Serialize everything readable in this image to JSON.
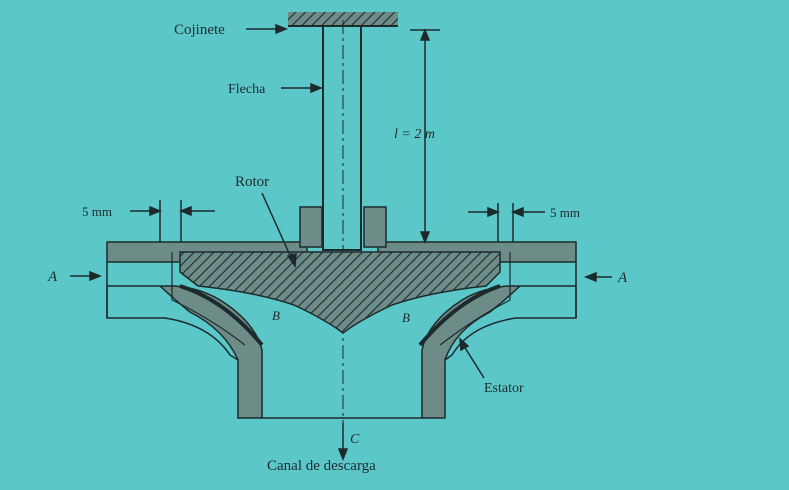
{
  "labels": {
    "bearing": "Cojinete",
    "shaft": "Flecha",
    "length": "l = 2 m",
    "rotor": "Rotor",
    "gap_left": "5 mm",
    "gap_right": "5 mm",
    "inlet_left": "A",
    "inlet_right": "A",
    "region_left": "B",
    "region_right": "B",
    "stator": "Estator",
    "outlet_point": "C",
    "outlet": "Canal de descarga"
  },
  "colors": {
    "background": "#5cc7c9",
    "metal": "#6d8c88",
    "line": "#1d2a2c"
  }
}
